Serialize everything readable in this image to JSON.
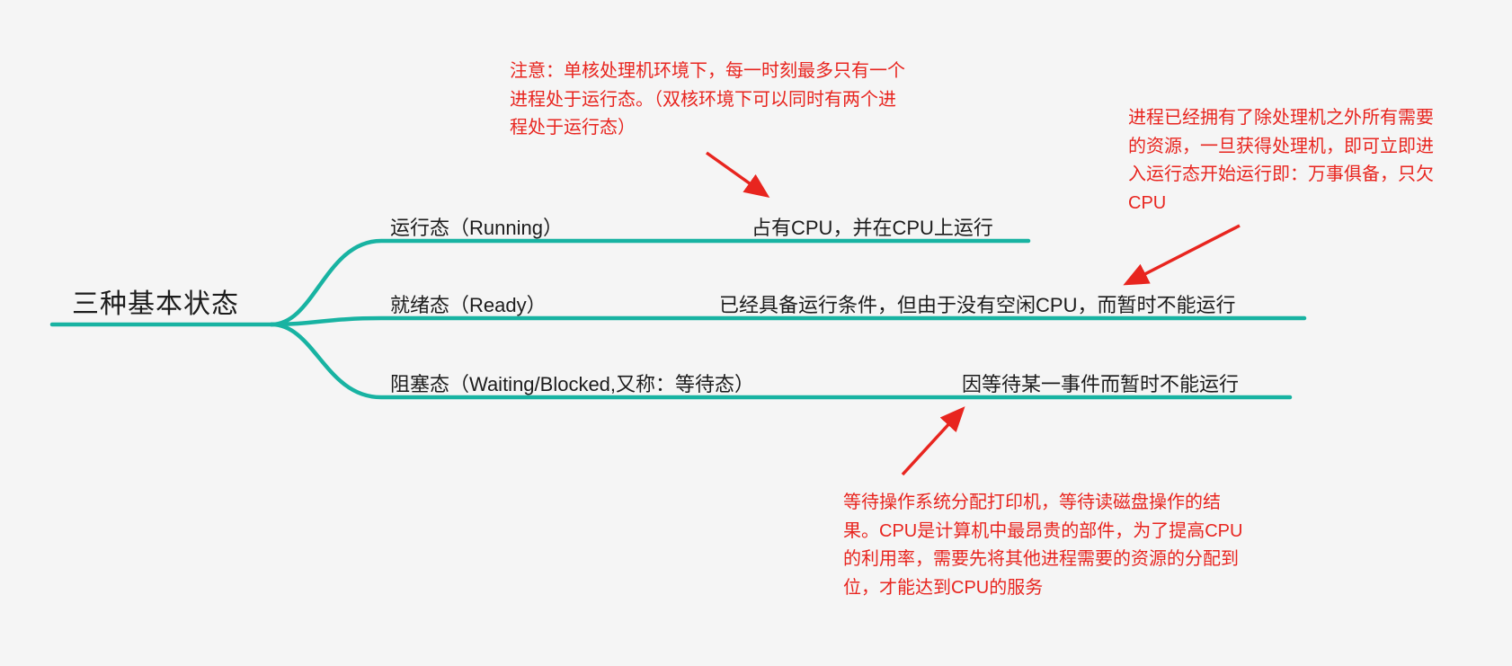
{
  "colors": {
    "background": "#f5f5f5",
    "branch": "#18b3a2",
    "annotation": "#e8251f",
    "text": "#1c1c1c"
  },
  "root": {
    "label": "三种基本状态"
  },
  "branches": [
    {
      "label": "运行态（Running）",
      "description": "占有CPU，并在CPU上运行"
    },
    {
      "label": "就绪态（Ready）",
      "description": "已经具备运行条件，但由于没有空闲CPU，而暂时不能运行"
    },
    {
      "label": "阻塞态（Waiting/Blocked,又称：等待态）",
      "description": "因等待某一事件而暂时不能运行"
    }
  ],
  "annotations": [
    {
      "text": "注意：单核处理机环境下，每一时刻最多只有一个进程处于运行态。（双核环境下可以同时有两个进程处于运行态）"
    },
    {
      "text": "进程已经拥有了除处理机之外所有需要的资源，一旦获得处理机，即可立即进入运行态开始运行即：万事俱备，只欠CPU"
    },
    {
      "text": "等待操作系统分配打印机，等待读磁盘操作的结果。CPU是计算机中最昂贵的部件，为了提高CPU的利用率，需要先将其他进程需要的资源的分配到位，才能达到CPU的服务"
    }
  ]
}
